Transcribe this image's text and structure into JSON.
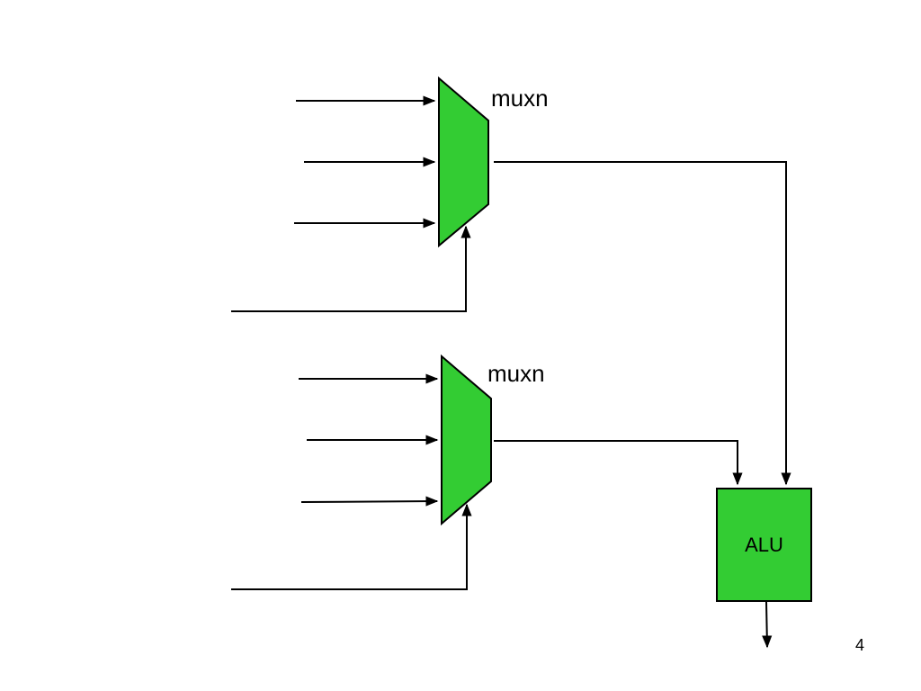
{
  "diagram": {
    "mux_top": {
      "label": "muxn"
    },
    "mux_bottom": {
      "label": "muxn"
    },
    "alu": {
      "label": "ALU"
    },
    "colors": {
      "block_fill": "#33cc33",
      "stroke": "#000000",
      "background": "#ffffff"
    }
  },
  "slide": {
    "page_number": "4"
  }
}
